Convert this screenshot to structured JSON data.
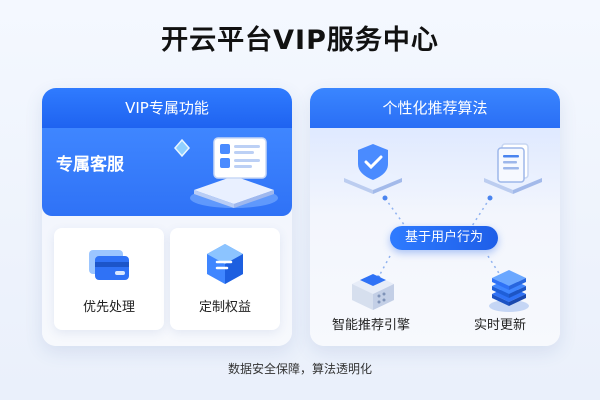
{
  "header": {
    "title": "开云平台VIP服务中心"
  },
  "vip_panel": {
    "title": "VIP专属功能",
    "exclusive_service": "专属客服",
    "tiles": [
      {
        "label": "优先处理",
        "icon": "card-icon"
      },
      {
        "label": "定制权益",
        "icon": "cube-icon"
      }
    ]
  },
  "algo_panel": {
    "title": "个性化推荐算法",
    "center": "基于用户行为",
    "nodes": [
      {
        "label": "智能推荐引擎",
        "icon": "chip-icon"
      },
      {
        "label": "实时更新",
        "icon": "server-stack-icon"
      }
    ],
    "top_icons": [
      "shield-check-icon",
      "document-icon"
    ]
  },
  "footer": {
    "text": "数据安全保障，算法透明化"
  },
  "colors": {
    "accent": "#2f72f6",
    "accent_dark": "#1f63f0",
    "bg": "#eef3fc"
  }
}
